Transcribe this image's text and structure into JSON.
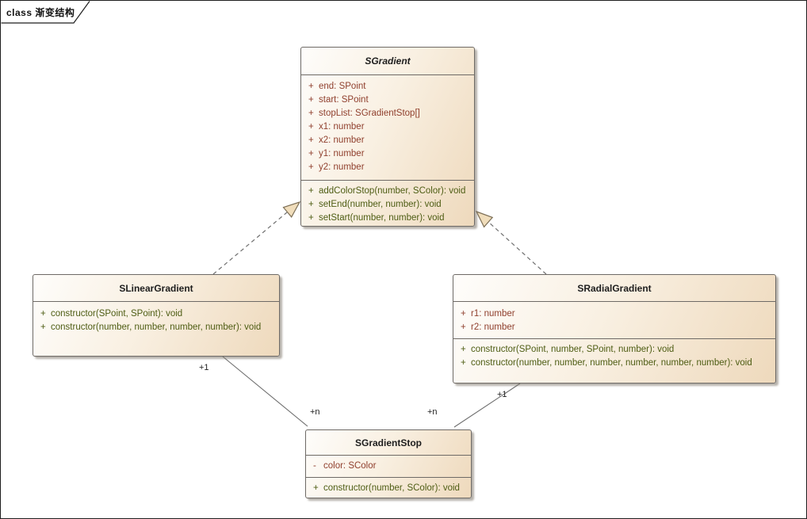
{
  "frame": {
    "label": "class 渐变结构"
  },
  "colors": {
    "box_fill_light": "#fefdfb",
    "box_fill_dark": "#eed9bc",
    "box_border": "#6e6a66",
    "attribute_text": "#90402e",
    "method_text": "#4e5d14",
    "connector": "#6f6f6f",
    "arrow_fill": "#f0ddbb"
  },
  "classes": [
    {
      "name": "SGradient",
      "abstract": true,
      "attributes": [
        {
          "vis": "+",
          "text": "end: SPoint"
        },
        {
          "vis": "+",
          "text": "start: SPoint"
        },
        {
          "vis": "+",
          "text": "stopList: SGradientStop[]"
        },
        {
          "vis": "+",
          "text": "x1: number"
        },
        {
          "vis": "+",
          "text": "x2: number"
        },
        {
          "vis": "+",
          "text": "y1: number"
        },
        {
          "vis": "+",
          "text": "y2: number"
        }
      ],
      "methods": [
        {
          "vis": "+",
          "text": "addColorStop(number, SColor): void"
        },
        {
          "vis": "+",
          "text": "setEnd(number, number): void"
        },
        {
          "vis": "+",
          "text": "setStart(number, number): void"
        }
      ]
    },
    {
      "name": "SLinearGradient",
      "abstract": false,
      "attributes": [],
      "methods": [
        {
          "vis": "+",
          "text": "constructor(SPoint, SPoint): void"
        },
        {
          "vis": "+",
          "text": "constructor(number, number, number, number): void"
        }
      ]
    },
    {
      "name": "SRadialGradient",
      "abstract": false,
      "attributes": [
        {
          "vis": "+",
          "text": "r1: number"
        },
        {
          "vis": "+",
          "text": "r2: number"
        }
      ],
      "methods": [
        {
          "vis": "+",
          "text": "constructor(SPoint, number, SPoint, number): void"
        },
        {
          "vis": "+",
          "text": "constructor(number, number, number, number, number, number): void"
        }
      ]
    },
    {
      "name": "SGradientStop",
      "abstract": false,
      "attributes": [
        {
          "vis": "-",
          "text": "color: SColor"
        }
      ],
      "methods": [
        {
          "vis": "+",
          "text": "constructor(number, SColor): void"
        }
      ]
    }
  ],
  "multiplicities": {
    "linear_to_stop": {
      "source": "+1",
      "target": "+n"
    },
    "radial_to_stop": {
      "source": "+1",
      "target": "+n"
    }
  }
}
